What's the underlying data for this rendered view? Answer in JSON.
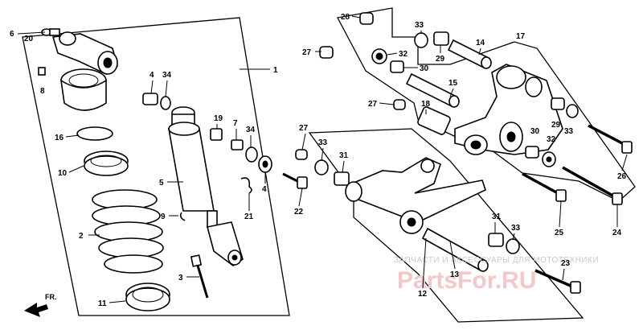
{
  "labels": {
    "p1": "1",
    "p2": "2",
    "p3": "3",
    "p4a": "4",
    "p4b": "4",
    "p5": "5",
    "p6": "6",
    "p7": "7",
    "p8": "8",
    "p9": "9",
    "p10": "10",
    "p11": "11",
    "p12": "12",
    "p13": "13",
    "p14": "14",
    "p15": "15",
    "p16": "16",
    "p17": "17",
    "p18": "18",
    "p19": "19",
    "p20": "20",
    "p21": "21",
    "p22": "22",
    "p23": "23",
    "p24": "24",
    "p25": "25",
    "p26": "26",
    "p27a": "27",
    "p27b": "27",
    "p27c": "27",
    "p28": "28",
    "p29a": "29",
    "p29b": "29",
    "p30a": "30",
    "p30b": "30",
    "p31a": "31",
    "p31b": "31",
    "p32a": "32",
    "p32b": "32",
    "p33a": "33",
    "p33b": "33",
    "p33c": "33",
    "p33d": "33",
    "p34a": "34",
    "p34b": "34"
  },
  "front_arrow": "FR.",
  "watermark": {
    "tagline": "ЗАПЧАСТИ И АКСЕССУАРЫ ДЛЯ МОТОТЕХНИКИ",
    "brand": "PartsFor.RU"
  }
}
